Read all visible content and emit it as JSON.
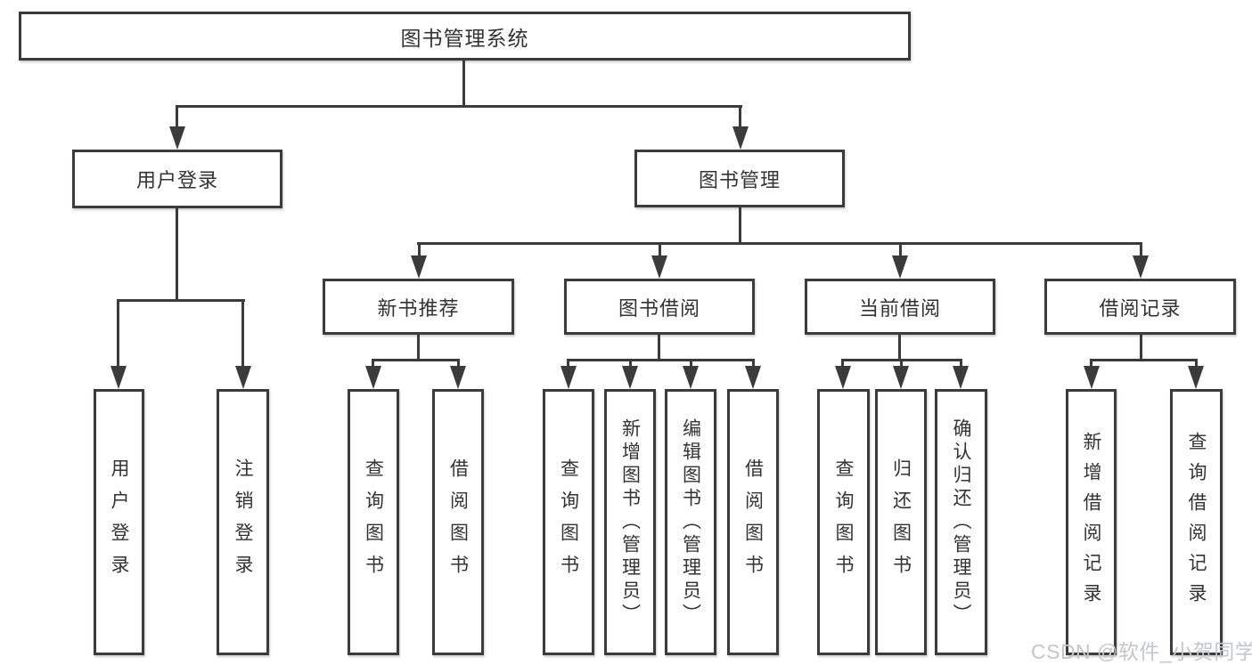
{
  "diagram_title": "图书管理系统",
  "nodes": {
    "root": {
      "label": "图书管理系统"
    },
    "user_login": {
      "label": "用户登录"
    },
    "book_mgmt": {
      "label": "图书管理"
    },
    "new_book_rec": {
      "label": "新书推荐"
    },
    "book_borrow": {
      "label": "图书借阅"
    },
    "current_borrow": {
      "label": "当前借阅"
    },
    "borrow_record": {
      "label": "借阅记录"
    },
    "leaves": {
      "user_login": {
        "label": "用户登录"
      },
      "logout": {
        "label": "注销登录"
      },
      "query_book_rec": {
        "label": "查询图书"
      },
      "borrow_book_rec": {
        "label": "借阅图书"
      },
      "query_book_borrow": {
        "label": "查询图书"
      },
      "add_book_admin": {
        "label": "新增图书（管理员）"
      },
      "edit_book_admin": {
        "label": "编辑图书（管理员）"
      },
      "borrow_book_borrow": {
        "label": "借阅图书"
      },
      "query_book_current": {
        "label": "查询图书"
      },
      "return_book": {
        "label": "归还图书"
      },
      "confirm_return_admin": {
        "label": "确认归还（管理员）"
      },
      "add_borrow_record": {
        "label": "新增借阅记录"
      },
      "query_borrow_record": {
        "label": "查询借阅记录"
      }
    }
  },
  "watermark": {
    "text": "CSDN @软件_小贺同学"
  },
  "colors": {
    "line": "#3b3b3b",
    "text": "#333333",
    "watermark": "#c4c7ca",
    "background": "#ffffff"
  }
}
